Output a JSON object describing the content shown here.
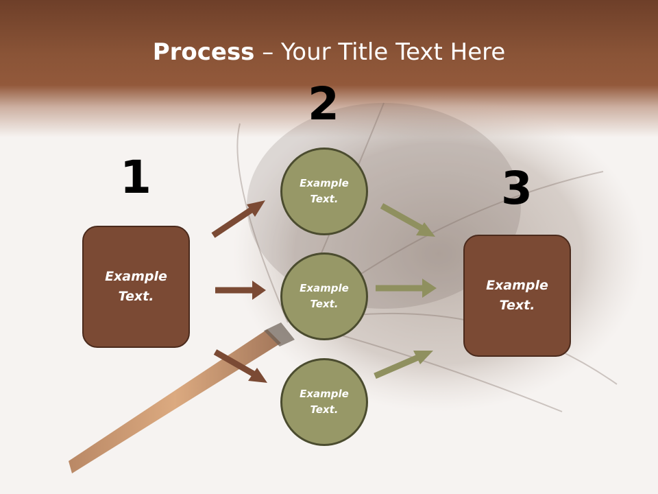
{
  "header": {
    "title_bold": "Process",
    "title_rest": " – Your Title Text Here"
  },
  "steps": [
    {
      "number": "1",
      "text": "Example Text."
    },
    {
      "number": "2",
      "text": [
        "Example Text.",
        "Example Text.",
        "Example Text."
      ]
    },
    {
      "number": "3",
      "text": "Example Text."
    }
  ],
  "colors": {
    "header": "#8a5437",
    "box_fill": "#7b4a34",
    "circle_fill": "#979867",
    "arrow_brown": "#7b4a34",
    "arrow_olive": "#8f905f"
  },
  "background_image": "feather-duster-photo"
}
